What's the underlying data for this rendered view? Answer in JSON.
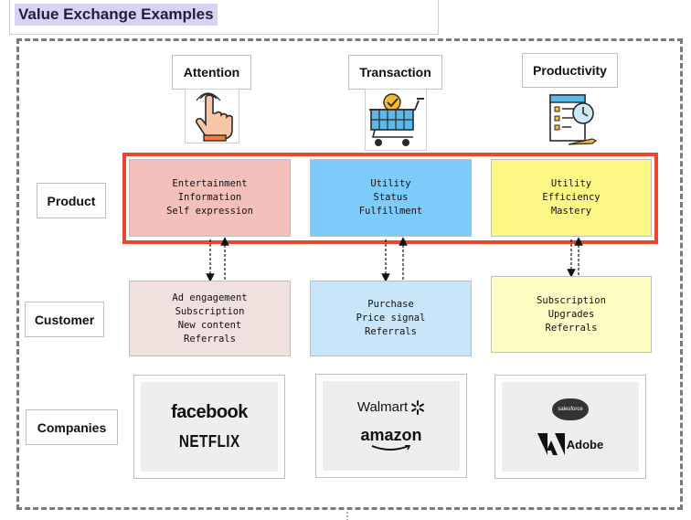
{
  "title": "Value Exchange Examples",
  "columns": {
    "attention": "Attention",
    "transaction": "Transaction",
    "productivity": "Productivity"
  },
  "icons": {
    "attention": "pointing-hand-icon",
    "transaction": "shopping-cart-icon",
    "productivity": "task-clock-icon"
  },
  "rows": {
    "product": "Product",
    "customer": "Customer",
    "companies": "Companies"
  },
  "product_cells": [
    {
      "lines": [
        "Entertainment",
        "Information",
        "Self expression"
      ],
      "color": "#f4c0bc"
    },
    {
      "lines": [
        "Utility",
        "Status",
        "Fulfillment"
      ],
      "color": "#7ccbfb"
    },
    {
      "lines": [
        "Utility",
        "Efficiency",
        "Mastery"
      ],
      "color": "#fdf787"
    }
  ],
  "customer_cells": [
    {
      "lines": [
        "Ad engagement",
        "Subscription",
        "New content",
        "Referrals"
      ],
      "color": "#f0e0de"
    },
    {
      "lines": [
        "Purchase",
        "Price signal",
        "Referrals"
      ],
      "color": "#c8e5fa"
    },
    {
      "lines": [
        "Subscription",
        "Upgrades",
        "Referrals"
      ],
      "color": "#fffcc4"
    }
  ],
  "companies": [
    {
      "logos": [
        "facebook",
        "NETFLIX"
      ]
    },
    {
      "logos": [
        "Walmart",
        "amazon"
      ]
    },
    {
      "logos": [
        "salesforce",
        "Adobe"
      ]
    }
  ],
  "colors": {
    "highlight_border": "#e8482b",
    "title_highlight": "#d9d2f3"
  }
}
